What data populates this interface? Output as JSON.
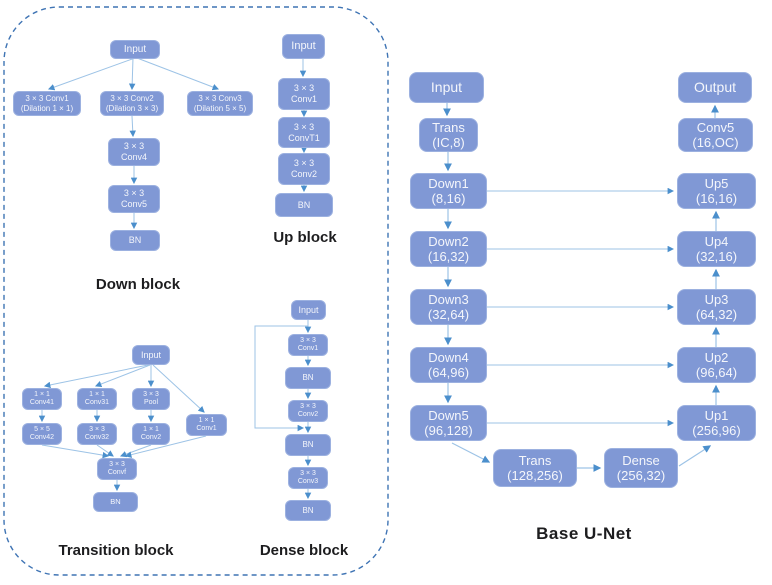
{
  "left_panel": {
    "down_block": {
      "caption": "Down block",
      "input": "Input",
      "conv1": "3 × 3 Conv1\n(Dilation 1 × 1)",
      "conv2": "3 × 3 Conv2\n(Dilation 3 × 3)",
      "conv3": "3 × 3 Conv3\n(Dilation 5 × 5)",
      "conv4": "3 × 3\nConv4",
      "conv5": "3 × 3\nConv5",
      "bn": "BN"
    },
    "up_block": {
      "caption": "Up block",
      "input": "Input",
      "conv1": "3 × 3\nConv1",
      "convt1": "3 × 3\nConvT1",
      "conv2": "3 × 3\nConv2",
      "bn": "BN"
    },
    "transition_block": {
      "caption": "Transition block",
      "input": "Input",
      "conv41": "1 × 1\nConv41",
      "conv31": "1 × 1\nConv31",
      "pool": "3 × 3\nPool",
      "conv1": "1 × 1\nConv1",
      "conv42": "5 × 5\nConv42",
      "conv32": "3 × 3\nConv32",
      "conv2": "1 × 1\nConv2",
      "convf": "3 × 3\nConvf",
      "bn": "BN"
    },
    "dense_block": {
      "caption": "Dense block",
      "input": "Input",
      "conv1": "3 × 3\nConv1",
      "bn1": "BN",
      "conv2": "3 × 3\nConv2",
      "bn2": "BN",
      "conv3": "3 × 3\nConv3",
      "bn3": "BN"
    }
  },
  "unet": {
    "caption": "Base U-Net",
    "encoder": {
      "input": "Input",
      "trans": "Trans\n(IC,8)",
      "down1": "Down1\n(8,16)",
      "down2": "Down2\n(16,32)",
      "down3": "Down3\n(32,64)",
      "down4": "Down4\n(64,96)",
      "down5": "Down5\n(96,128)"
    },
    "bottleneck": {
      "trans": "Trans\n(128,256)",
      "dense": "Dense\n(256,32)"
    },
    "decoder": {
      "output": "Output",
      "conv5": "Conv5\n(16,OC)",
      "up5": "Up5\n(16,16)",
      "up4": "Up4\n(32,16)",
      "up3": "Up3\n(64,32)",
      "up2": "Up2\n(96,64)",
      "up1": "Up1\n(256,96)"
    }
  },
  "colors": {
    "node_fill": "#8098d5",
    "node_border": "#9cb1e0",
    "node_text": "#f4f6fb",
    "arrow_line": "#9dc3e6",
    "arrow_head": "#4b8fcc",
    "panel_border": "#3f74b4",
    "caption_text": "#1d1d1f"
  }
}
